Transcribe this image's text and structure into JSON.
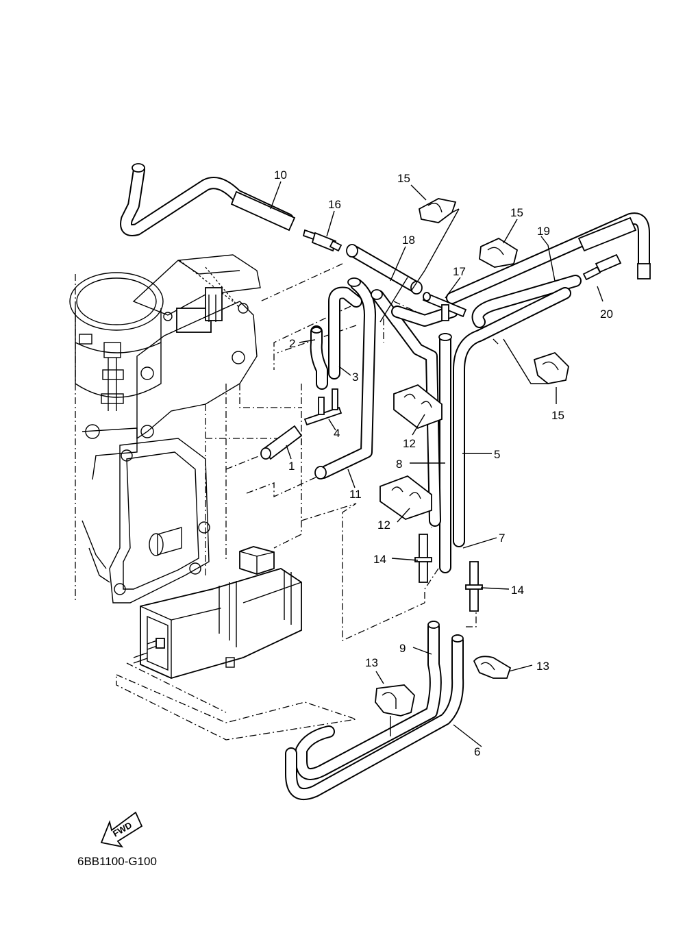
{
  "diagram_code": "6BB1100-G100",
  "fwd_label": "FWD",
  "callouts": [
    {
      "id": "c10",
      "text": "10"
    },
    {
      "id": "c16",
      "text": "16"
    },
    {
      "id": "c15a",
      "text": "15"
    },
    {
      "id": "c15b",
      "text": "15"
    },
    {
      "id": "c15c",
      "text": "15"
    },
    {
      "id": "c18",
      "text": "18"
    },
    {
      "id": "c19",
      "text": "19"
    },
    {
      "id": "c17",
      "text": "17"
    },
    {
      "id": "c20",
      "text": "20"
    },
    {
      "id": "c2",
      "text": "2"
    },
    {
      "id": "c3",
      "text": "3"
    },
    {
      "id": "c4",
      "text": "4"
    },
    {
      "id": "c1",
      "text": "1"
    },
    {
      "id": "c11",
      "text": "11"
    },
    {
      "id": "c12a",
      "text": "12"
    },
    {
      "id": "c12b",
      "text": "12"
    },
    {
      "id": "c8",
      "text": "8"
    },
    {
      "id": "c5",
      "text": "5"
    },
    {
      "id": "c7",
      "text": "7"
    },
    {
      "id": "c14a",
      "text": "14"
    },
    {
      "id": "c14b",
      "text": "14"
    },
    {
      "id": "c9",
      "text": "9"
    },
    {
      "id": "c13a",
      "text": "13"
    },
    {
      "id": "c13b",
      "text": "13"
    },
    {
      "id": "c6",
      "text": "6"
    }
  ]
}
